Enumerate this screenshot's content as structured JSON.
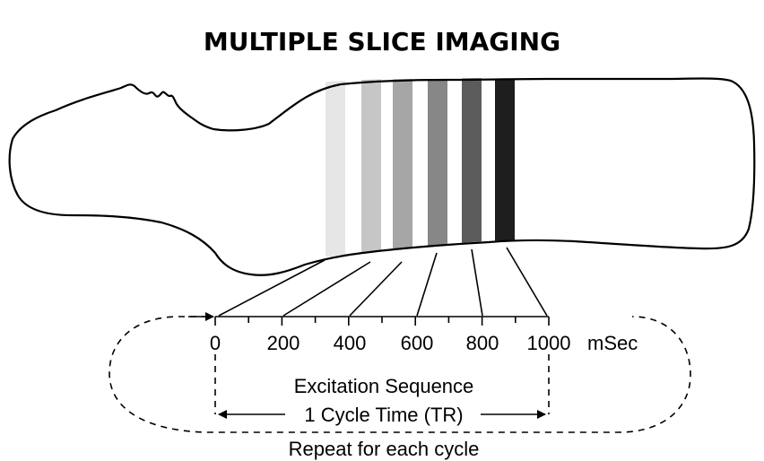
{
  "title": "MULTIPLE SLICE IMAGING",
  "timeline": {
    "ticks": [
      "0",
      "200",
      "400",
      "600",
      "800",
      "1000"
    ],
    "unit": "mSec"
  },
  "excitation_label": "Excitation Sequence",
  "cycle_label": "1 Cycle Time (TR)",
  "repeat_label": "Repeat for each cycle",
  "slice_colors": [
    "#e6e6e6",
    "#c6c6c6",
    "#a6a6a6",
    "#878787",
    "#5c5c5c",
    "#1e1e1e"
  ]
}
